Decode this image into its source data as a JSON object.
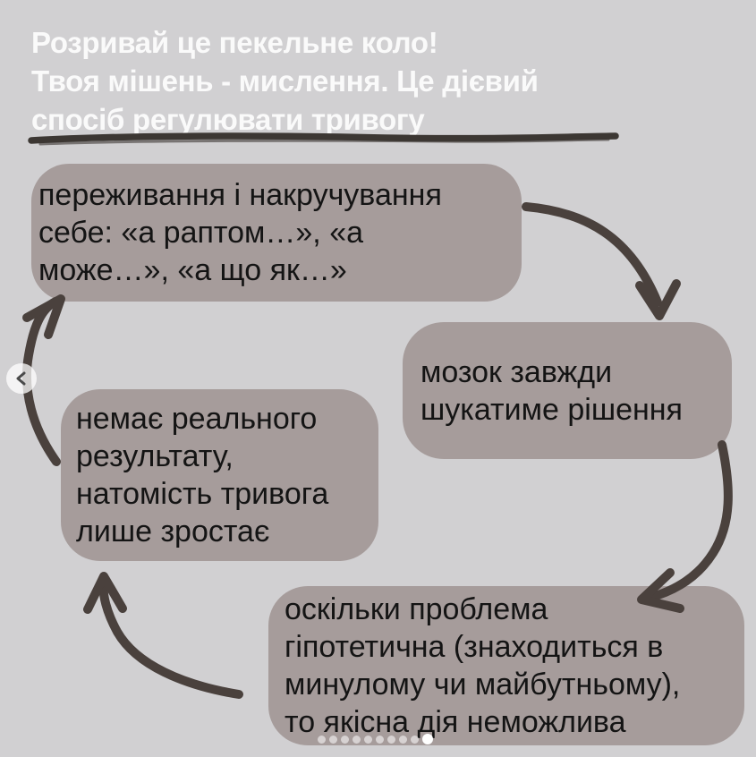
{
  "title": {
    "text": "Розривай це пекельне коло!\nТвоя мішень - мислення. Це дієвий\nспосіб регулювати тривогу"
  },
  "cycle_boxes": [
    {
      "id": "worry",
      "text": "переживання і накручування\nсебе: «а раптом…», «а\nможе…», «а що як…»"
    },
    {
      "id": "brain",
      "text": "мозок завжди\nшукатиме рішення"
    },
    {
      "id": "no-result",
      "text": "немає реального\nрезультату,\nнатомість тривога\nлише зростає"
    },
    {
      "id": "hypothetical",
      "text": "оскільки проблема\nгіпотетична (знаходиться в\nминулому чи майбутньому),\nто якісна дія неможлива"
    }
  ],
  "arrows": [
    {
      "from": "worry",
      "to": "brain"
    },
    {
      "from": "brain",
      "to": "hypothetical"
    },
    {
      "from": "hypothetical",
      "to": "no-result"
    },
    {
      "from": "no-result",
      "to": "worry"
    }
  ],
  "carousel": {
    "prev_icon": "chevron-left",
    "dots": {
      "count": 10,
      "active_index": 9
    }
  },
  "colors": {
    "background": "#d1d0d2",
    "box_fill": "#a69c9b",
    "stroke": "#4a413d",
    "underline": "#3c3733",
    "title_text": "#fafafa",
    "box_text": "#141414",
    "dot_inactive": "rgba(255,255,255,0.55)",
    "dot_active": "#ffffff"
  }
}
